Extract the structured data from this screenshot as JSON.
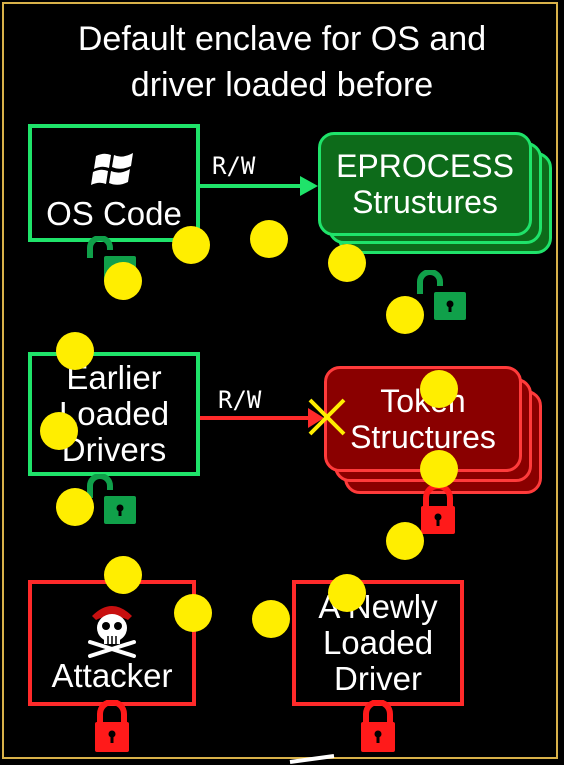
{
  "title": "Default enclave for OS and\ndriver loaded before",
  "boxes": {
    "os_code": {
      "label": "OS Code",
      "icon": "windows-logo-icon",
      "lock": "unlocked-green"
    },
    "earlier_drivers": {
      "label": "Earlier\nLoaded\nDrivers",
      "lock": "unlocked-green"
    },
    "attacker": {
      "label": "Attacker",
      "icon": "pirate-skull-icon",
      "lock": "locked-red"
    },
    "new_driver": {
      "label": "A Newly\nLoaded\nDriver",
      "lock": "locked-red"
    }
  },
  "stacks": {
    "eprocess": {
      "label": "EPROCESS\nStrustures",
      "lock": "unlocked-green"
    },
    "token": {
      "label": "Token\nStructures",
      "lock": "locked-red"
    }
  },
  "arrows": {
    "os_to_eprocess": {
      "label": "R/W",
      "color": "#1fe36a"
    },
    "drivers_to_token": {
      "label": "R/W",
      "color": "#ff2a2a",
      "blocked": true
    }
  },
  "colors": {
    "green": "#1fe36a",
    "red": "#ff2a2a",
    "frame": "#d9b24a",
    "dot": "#ffee00"
  }
}
